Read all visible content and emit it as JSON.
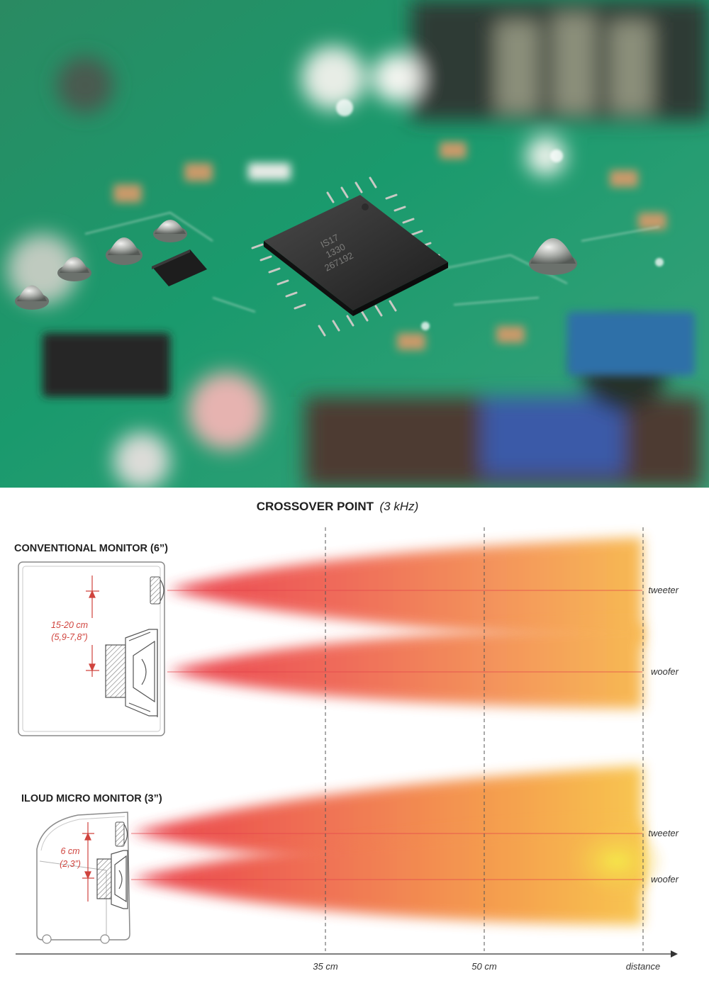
{
  "title": {
    "main": "CROSSOVER POINT",
    "sub": "(3 kHz)"
  },
  "conventional": {
    "heading": "CONVENTIONAL MONITOR (6”)",
    "spacing_cm": "15-20 cm",
    "spacing_in": "(5,9-7,8”)",
    "tweeter_label": "tweeter",
    "woofer_label": "woofer"
  },
  "micro": {
    "heading": "ILOUD MICRO MONITOR (3”)",
    "spacing_cm": "6 cm",
    "spacing_in": "(2,3”)",
    "tweeter_label": "tweeter",
    "woofer_label": "woofer"
  },
  "axis": {
    "ticks": [
      "35 cm",
      "50 cm"
    ],
    "end_label": "distance"
  },
  "colors": {
    "beam_near": "#e8323f",
    "beam_far": "#f7b341",
    "merge_peak": "#f5e83a",
    "dimension_red": "#d0443e",
    "pcb_green": "#1a9a6d",
    "cabinet_stroke": "#888888"
  }
}
